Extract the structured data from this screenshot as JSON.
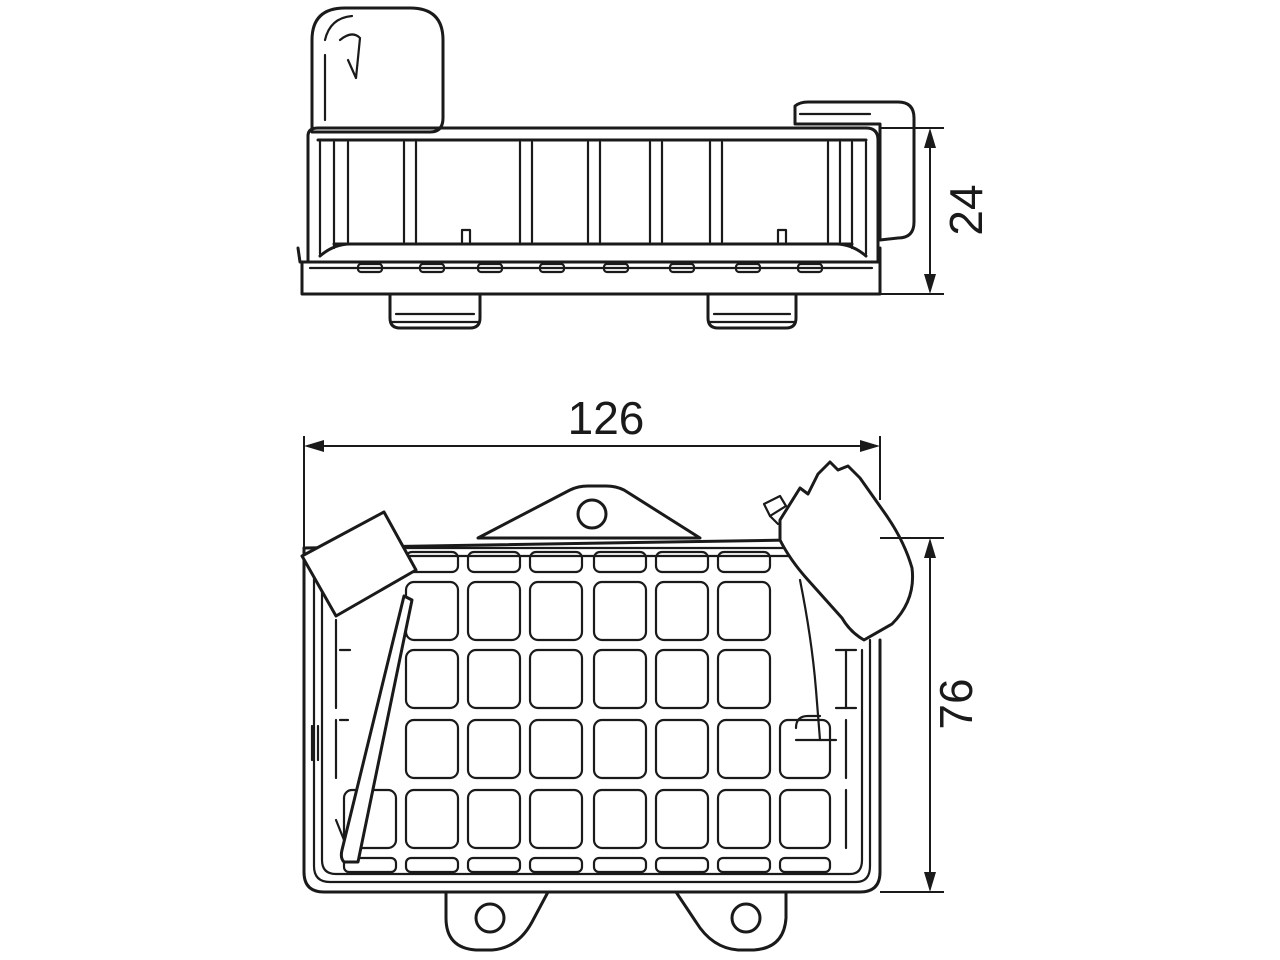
{
  "dimensions": {
    "width": "126",
    "height": "24",
    "depth": "76"
  },
  "colors": {
    "line": "#1a1a1a",
    "background": "#ffffff"
  }
}
